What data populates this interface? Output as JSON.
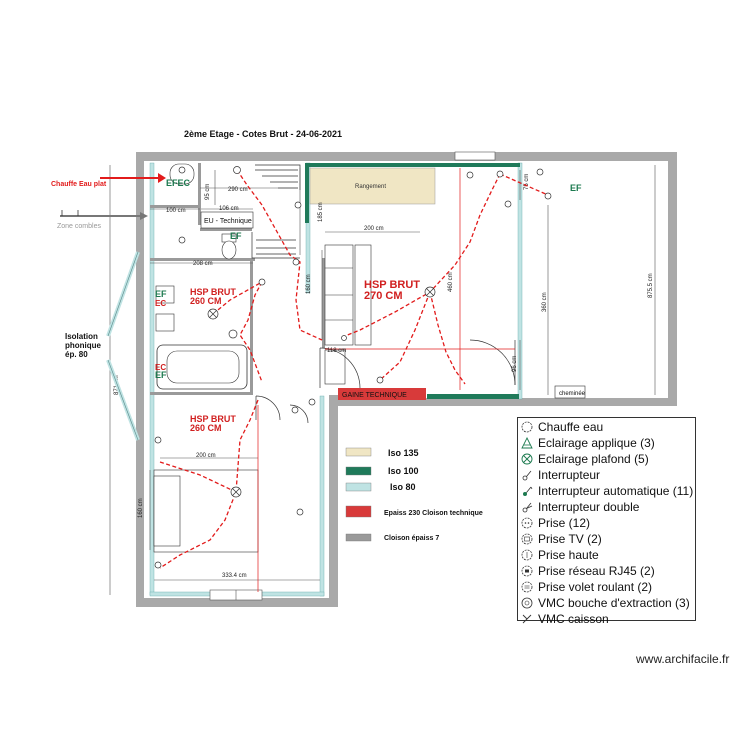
{
  "title": "2ème Etage - Cotes Brut - 24-06-2021",
  "annotations": {
    "chauffe_eau_plat": "Chauffe Eau plat",
    "zone_combles": "Zone combles",
    "isolation": [
      "Isolation",
      "phonique",
      "ép. 80"
    ],
    "eu_technique": "EU - Technique",
    "rangement": "Rangement",
    "gaine_technique": "GAINE TECHNIQUE",
    "cheminee": "cheminée"
  },
  "rooms": {
    "bath": [
      "HSP BRUT",
      "260 CM"
    ],
    "main": [
      "HSP BRUT",
      "270 CM"
    ],
    "bedroom": [
      "HSP BRUT",
      "260 CM"
    ]
  },
  "tags": {
    "efec": "EFEC",
    "ef_small": "EF",
    "ef_right": "EF",
    "ef_left": "EF",
    "ec_left": "EC",
    "ec_bath": "EC",
    "ef_bath": "EF"
  },
  "dimensions": {
    "d290": "290 cm",
    "d95": "95 cm",
    "d100": "100 cm",
    "d106": "106 cm",
    "d208": "208 cm",
    "d185": "185 cm",
    "d200a": "200 cm",
    "d160a": "160 cm",
    "d118": "118 cm",
    "d460": "460 cm",
    "d360": "360 cm",
    "d96": "96 cm",
    "d75": "75 cm",
    "d875": "875.5 cm",
    "d871": "871 cm",
    "d200b": "200 cm",
    "d160b": "160 cm",
    "d333": "333.4 cm"
  },
  "materials": [
    {
      "label": "Iso 135",
      "color": "#f0e6c4"
    },
    {
      "label": "Iso 100",
      "color": "#1f7a5a"
    },
    {
      "label": "Iso 80",
      "color": "#bfe3e3"
    },
    {
      "label": "Epaiss 230 Cloison technique",
      "color": "#d83a3a"
    },
    {
      "label": "Cloison épaiss 7",
      "color": "#9a9a9a"
    }
  ],
  "legend": [
    {
      "icon": "chauffe-eau",
      "label": "Chauffe eau"
    },
    {
      "icon": "eclairage-applique",
      "label": "Eclairage applique (3)"
    },
    {
      "icon": "eclairage-plafond",
      "label": "Eclairage plafond (5)"
    },
    {
      "icon": "interrupteur",
      "label": "Interrupteur"
    },
    {
      "icon": "interrupteur-auto",
      "label": "Interrupteur automatique (11)"
    },
    {
      "icon": "interrupteur-double",
      "label": "Interrupteur double"
    },
    {
      "icon": "prise",
      "label": "Prise (12)"
    },
    {
      "icon": "prise-tv",
      "label": "Prise TV (2)"
    },
    {
      "icon": "prise-haute",
      "label": "Prise haute"
    },
    {
      "icon": "prise-rj45",
      "label": "Prise réseau RJ45 (2)"
    },
    {
      "icon": "prise-volet",
      "label": "Prise volet roulant (2)"
    },
    {
      "icon": "vmc-bouche",
      "label": "VMC bouche d'extraction (3)"
    },
    {
      "icon": "vmc-caisson",
      "label": "VMC caisson"
    }
  ],
  "watermark": "www.archifacile.fr"
}
